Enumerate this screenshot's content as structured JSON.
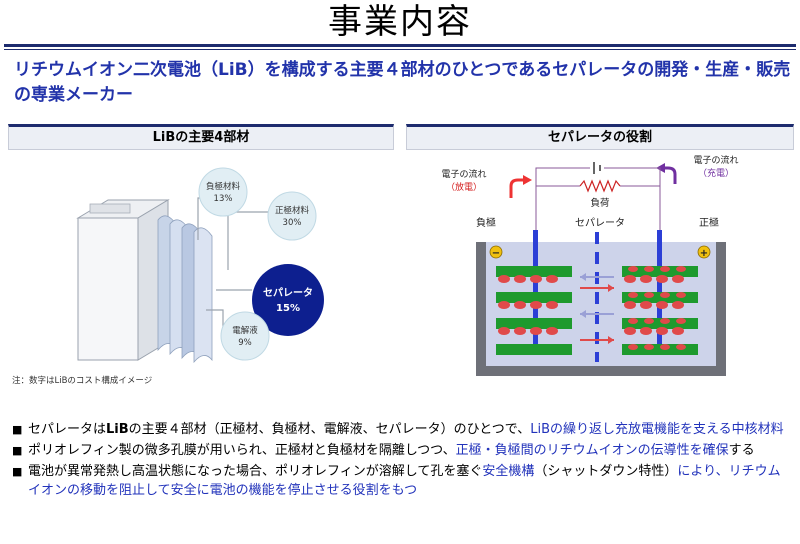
{
  "page": {
    "title": "事業内容",
    "subtitle": "リチウムイオン二次電池（LiB）を構成する主要４部材のひとつであるセパレータの開発・生産・販売の専業メーカー"
  },
  "left_panel": {
    "header": "LiBの主要4部材",
    "bubbles": [
      {
        "name": "負極材料",
        "value": "13%"
      },
      {
        "name": "正極材料",
        "value": "30%"
      },
      {
        "name": "セパレータ",
        "value": "15%"
      },
      {
        "name": "電解液",
        "value": "9%"
      }
    ],
    "note": "注：数字はLiBのコスト構成イメージ"
  },
  "right_panel": {
    "header": "セパレータの役割",
    "flow_discharge": {
      "line1": "電子の流れ",
      "line2": "（放電）"
    },
    "flow_charge": {
      "line1": "電子の流れ",
      "line2": "（充電）"
    },
    "load_label": "負荷",
    "labels": {
      "negative": "負極",
      "separator": "セパレータ",
      "positive": "正極"
    },
    "minus_sign": "−",
    "plus_sign": "+"
  },
  "bullets": [
    {
      "parts": [
        {
          "text": "セパレータは",
          "hl": false
        },
        {
          "text": "LiB",
          "hl": false,
          "bold": true
        },
        {
          "text": "の主要４部材（正極材、負極材、電解液、セパレータ）のひとつで、",
          "hl": false
        },
        {
          "text": "LiBの繰り返し充放電機能を支える中核材料",
          "hl": true
        }
      ]
    },
    {
      "parts": [
        {
          "text": "ポリオレフィン製の微多孔膜が用いられ、正極材と負極材を隔離しつつ、",
          "hl": false
        },
        {
          "text": "正極・負極間のリチウムイオンの伝導性を確保",
          "hl": true
        },
        {
          "text": "する",
          "hl": false
        }
      ]
    },
    {
      "parts": [
        {
          "text": "電池が異常発熱し高温状態になった場合、ポリオレフィンが溶解して孔を塞ぐ",
          "hl": false
        },
        {
          "text": "安全機構",
          "hl": true
        },
        {
          "text": "（シャットダウン特性）",
          "hl": false
        },
        {
          "text": "により、リチウムイオンの移動を阻止して安全に電池の機能を停止させる役割をもつ",
          "hl": true
        }
      ]
    }
  ],
  "colors": {
    "navy": "#1d2b6e",
    "highlight": "#2233bb",
    "electrode_green": "#1e9a2e",
    "ion_red": "#e04a4a",
    "electrolyte": "#cdd3ea"
  }
}
